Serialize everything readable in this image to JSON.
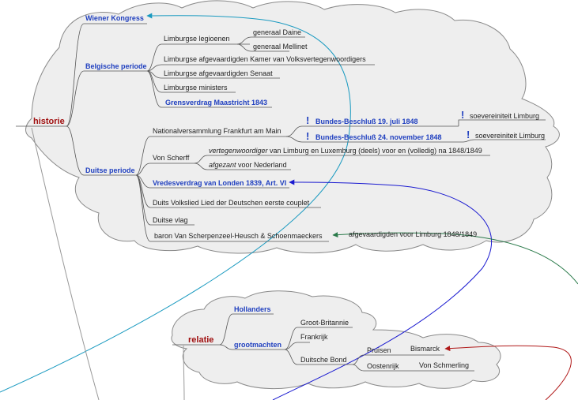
{
  "historie": {
    "label": "historie",
    "wiener_kongress": "Wiener Kongress",
    "belgische_periode": {
      "label": "Belgische periode",
      "limburgse_legioenen": "Limburgse legioenen",
      "generaal_daine": "generaal Daine",
      "generaal_mellinet": "generaal Mellinet",
      "afgevaardigden_kamer": "Limburgse afgevaardigden Kamer van Volksvertegenwoordigers",
      "afgevaardigden_senaat": "Limburgse afgevaardigden Senaat",
      "ministers": "Limburgse ministers",
      "grensverdrag": "Grensverdrag Maastricht 1843"
    },
    "duitse_periode": {
      "label": "Duitse periode",
      "nationalversammlung": "Nationalversammlung Frankfurt am Main",
      "beschluss_1": "Bundes-Beschluß 19. juli 1848",
      "beschluss_2": "Bundes-Beschluß 24. november 1848",
      "soevereiniteit_1": "soevereiniteit Limburg",
      "soevereiniteit_2": "soevereiniteit Limburg",
      "von_scherff": "Von Scherff",
      "vertegenwoordiger_italic": "vertegenwoordiger",
      "vertegenwoordiger_rest": " van Limburg en Luxemburg (deels) voor en (volledig) na 1848/1849",
      "afgezant_italic": "afgezant",
      "afgezant_rest": " voor Nederland",
      "vredesverdrag": "Vredesverdrag van Londen 1839, Art. VI",
      "volkslied": "Duits Volkslied Lied der Deutschen eerste couplet",
      "vlag": "Duitse vlag",
      "van_scherpenzeel": "baron Van Scherpenzeel-Heusch & Schoenmaeckers",
      "afgevaardigden_1848": "afgevaardigden voor Limburg 1848/1849"
    }
  },
  "relatie": {
    "label": "relatie",
    "hollanders": "Hollanders",
    "grootmachten": "grootmachten",
    "groot_brittannie": "Groot-Britannie",
    "frankrijk": "Frankrijk",
    "duitsche_bond": "Duitsche Bond",
    "pruisen": "Pruisen",
    "bismarck": "Bismarck",
    "oostenrijk": "Oostenrijk",
    "von_schmerling": "Von Schmerling"
  },
  "icons": {
    "note": "exclamation-icon"
  },
  "colors": {
    "cloud_fill": "#eeeeee",
    "cloud_stroke": "#8a8a8a",
    "branch": "#555555",
    "link_text": "#1f3fbf",
    "root_text": "#a01010",
    "conn_cyan": "#1a9ac0",
    "conn_blue": "#1a1ad0",
    "conn_green": "#2a7a4a",
    "conn_red": "#b01818",
    "conn_gray": "#999999"
  }
}
